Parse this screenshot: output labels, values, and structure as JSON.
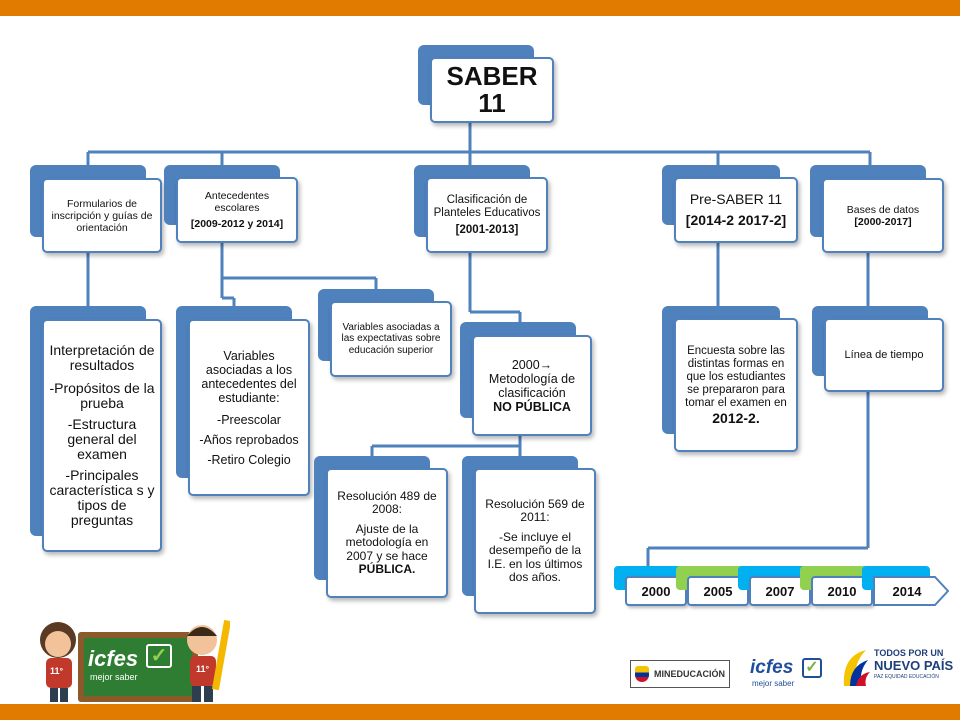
{
  "colors": {
    "accent_orange": "#e07b00",
    "node_blue": "#4f81bd",
    "node_green": "#92d050",
    "year_cyan": "#00b0f0"
  },
  "root": {
    "line1": "SABER",
    "line2": "11"
  },
  "formularios": {
    "text": "Formularios de inscripción y guías de orientación"
  },
  "antecedentes": {
    "text": "Antecedentes escolares",
    "years": "[2009-2012 y 2014]"
  },
  "clasificacion": {
    "text": "Clasificación de Planteles Educativos",
    "years": "[2001-2013]"
  },
  "presaber": {
    "text": "Pre-SABER 11",
    "years": "[2014-2 2017-2]"
  },
  "bases": {
    "text": "Bases de datos",
    "years": "[2000-2017]"
  },
  "interpretacion": {
    "l1": "Interpretación de resultados",
    "l2": "-Propósitos de la prueba",
    "l3": "-Estructura general del examen",
    "l4": "-Principales característica s y tipos de preguntas"
  },
  "variables_ant": {
    "l1": "Variables asociadas a los antecedentes del estudiante:",
    "l2": "-Preescolar",
    "l3": "-Años reprobados",
    "l4": "-Retiro Colegio"
  },
  "variables_exp": {
    "text": "Variables asociadas a las expectativas sobre educación superior"
  },
  "metodologia": {
    "year": "2000",
    "arrow": "→",
    "text": "Metodología de clasificación",
    "bold": "NO PÚBLICA"
  },
  "res489": {
    "title": "Resolución 489 de 2008:",
    "body": "Ajuste de la metodología en 2007 y se hace",
    "bold": "PÚBLICA."
  },
  "res569": {
    "title": "Resolución 569 de 2011:",
    "body": "-Se incluye el desempeño de la I.E. en los últimos dos años."
  },
  "encuesta": {
    "text": "Encuesta sobre las distintas formas en que los estudiantes se prepararon para tomar el examen en",
    "bold": "2012-2."
  },
  "linea": {
    "text": "Línea de tiempo"
  },
  "timeline": [
    {
      "year": "2000",
      "color": "#00b0f0"
    },
    {
      "year": "2005",
      "color": "#92d050"
    },
    {
      "year": "2007",
      "color": "#00b0f0"
    },
    {
      "year": "2010",
      "color": "#92d050"
    },
    {
      "year": "2014",
      "color": "#00b0f0"
    }
  ],
  "logos": {
    "icfes_main": "icfes",
    "icfes_sub": "mejor saber",
    "kid_badge": "11°",
    "mineducacion": "MINEDUCACIÓN",
    "icfes_small": "icfes",
    "icfes_small_sub": "mejor saber",
    "pais_line1": "TODOS POR UN",
    "pais_line2": "NUEVO PAÍS",
    "pais_line3": "PAZ  EQUIDAD  EDUCACIÓN"
  }
}
